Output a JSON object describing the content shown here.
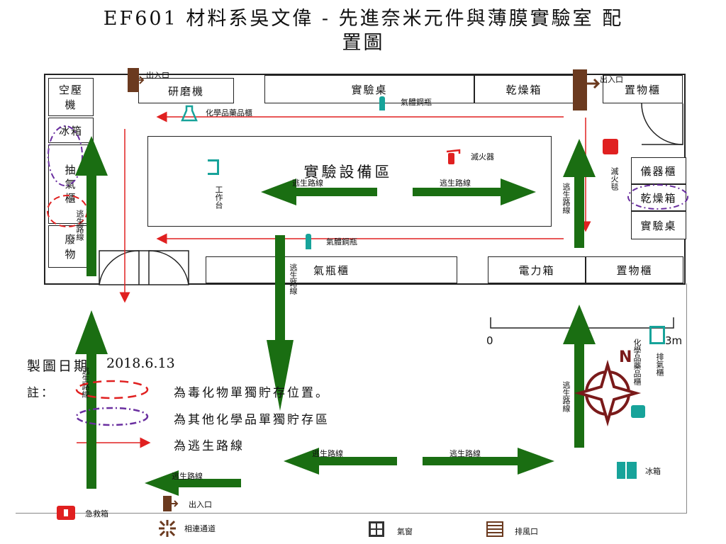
{
  "title": {
    "line1": "EF601  材料系吳文偉 - 先進奈米元件與薄膜實驗室 配",
    "line2": "置圖"
  },
  "rooms": {
    "compressor": "空壓\n機",
    "fridge_left": "冰箱",
    "fume_hood": "抽\n氣\n櫃",
    "waste": "廢\n物",
    "grinder": "研磨機",
    "lab_bench_top": "實驗桌",
    "dry_box_top": "乾燥箱",
    "storage_top": "置物櫃",
    "instrument_cabinet": "儀器櫃",
    "dry_box_right": "乾燥箱",
    "lab_bench_right": "實驗桌",
    "gas_cabinet": "氣瓶櫃",
    "power_box": "電力箱",
    "storage_bottom": "置物櫃",
    "center_zone": "實驗設備區"
  },
  "labels": {
    "exit_top_left": "出入口",
    "exit_top_right": "出入口",
    "chem_cabinet": "化學品藥品櫃",
    "gas_cylinder_top": "氣體鋼瓶",
    "gas_cylinder_mid": "氣體鋼瓶",
    "extinguisher": "滅火器",
    "extinguisher_v": "滅火毯",
    "workbench_v": "工作台",
    "route_left": "逃生路線",
    "route_right": "逃生路線",
    "route_vertical_left": "逃生路線",
    "route_vertical_mid": "逃生路線",
    "route_vertical_right": "逃生路線",
    "route_vertical_right2": "逃生路線",
    "route_vertical_left2": "逃生路線",
    "route_bottom_1": "逃生路線",
    "route_bottom_2": "逃生路線",
    "route_bottom_3": "逃生路線",
    "chem_cabinet_v": "化學品藥品櫃",
    "exhaust_v": "排氣櫃",
    "fridge_icon": "冰箱",
    "scale_zero": "0",
    "scale_unit": "3m",
    "north": "N"
  },
  "meta": {
    "date_label": "製圖日期",
    "date_value": "2018.6.13",
    "note_label": "註："
  },
  "legend": {
    "toxic": "為毒化物單獨貯存位置。",
    "other_chem": "為其他化學品單獨貯存區",
    "escape": "為逃生路線"
  },
  "bottom_legend": {
    "first_aid": "急救箱",
    "exit": "出入口",
    "connection": "相連通道",
    "window": "氣窗",
    "vent": "排風口"
  },
  "colors": {
    "wall": "#222222",
    "arrow_green": "#1a6e12",
    "route_red": "#e02020",
    "teal": "#17a39a",
    "exit_brown": "#6b3a1f",
    "compass": "#7a1a1a",
    "purple": "#6a2fa0"
  }
}
